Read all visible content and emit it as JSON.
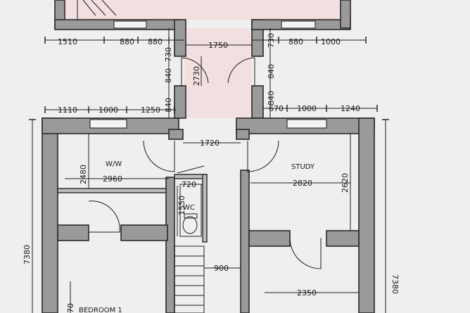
{
  "dimensions": {
    "top_1510": "1510",
    "top_880a": "880",
    "top_880b": "880",
    "top_730a": "730",
    "top_1750": "1750",
    "top_730b": "730",
    "top_880c": "880",
    "top_1000a": "1000",
    "porch_840a": "840",
    "porch_2730": "2730",
    "porch_840b": "840",
    "porch_840c": "840",
    "porch_840d": "840",
    "mid_1110": "1110",
    "mid_1000a": "1000",
    "mid_1250": "1250",
    "mid_670": "670",
    "mid_1000b": "1000",
    "mid_1240": "1240",
    "hall_1720": "1720",
    "ww_2480": "2480",
    "ww_2960": "2960",
    "wc_720": "720",
    "wc_1550": "1550",
    "study_2820": "2820",
    "study_2620": "2620",
    "hall_900": "900",
    "bed_2350": "2350",
    "side_7380a": "7380",
    "side_7380b": "7380",
    "left_70": "70"
  },
  "rooms": {
    "ww": "W/W",
    "wc": "WC",
    "study": "STUDY",
    "bedroom": "BEDROOM 1"
  }
}
